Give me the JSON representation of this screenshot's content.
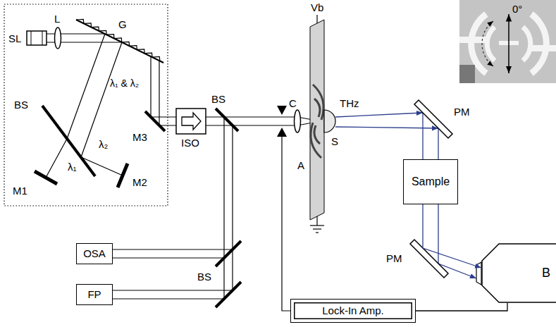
{
  "diagram": {
    "nodes": [
      {
        "text": [
          "Sample"
        ]
      },
      {
        "text": [
          "OSA"
        ]
      },
      {
        "text": [
          "B"
        ]
      },
      {
        "text": [
          "FP"
        ]
      },
      {
        "text": [
          "Lock-In Amp."
        ]
      }
    ],
    "edges": [
      {
        "from": 0,
        "to": 2,
        "arrow": "to"
      },
      {
        "from": 4,
        "to": 2,
        "arrow": "none"
      }
    ],
    "labels": [
      "L",
      "SL",
      "G",
      "λ₁ & λ₂",
      "BS",
      "λ₂",
      "λ₁",
      "M3",
      "M1",
      "M2",
      "ISO",
      "BS",
      "C",
      "Vb",
      "A",
      "S",
      "THz",
      "PM",
      "PM",
      "BS",
      "0°"
    ]
  }
}
